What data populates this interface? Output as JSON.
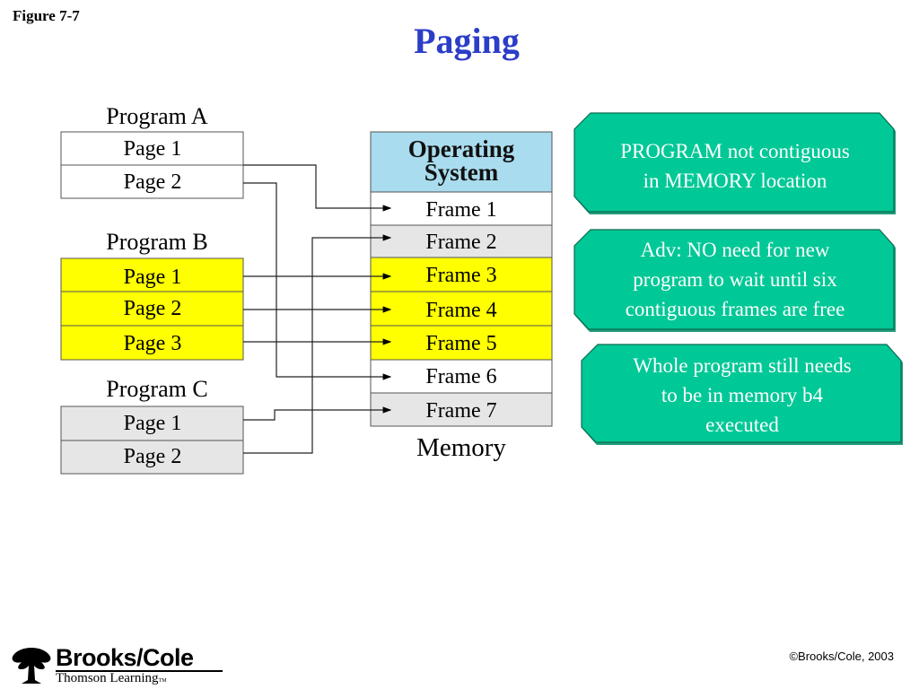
{
  "figure_label": "Figure 7-7",
  "title": "Paging",
  "programs": [
    {
      "label": "Program A",
      "fill": "#ffffff",
      "pages": [
        "Page 1",
        "Page 2"
      ]
    },
    {
      "label": "Program B",
      "fill": "#ffff00",
      "pages": [
        "Page 1",
        "Page 2",
        "Page 3"
      ]
    },
    {
      "label": "Program C",
      "fill": "#e6e6e6",
      "pages": [
        "Page 1",
        "Page 2"
      ]
    }
  ],
  "memory": {
    "os_label_line1": "Operating",
    "os_label_line2": "System",
    "os_fill": "#a9dcee",
    "caption": "Memory",
    "frames": [
      {
        "label": "Frame 1",
        "fill": "#ffffff"
      },
      {
        "label": "Frame 2",
        "fill": "#e6e6e6"
      },
      {
        "label": "Frame 3",
        "fill": "#ffff00"
      },
      {
        "label": "Frame 4",
        "fill": "#ffff00"
      },
      {
        "label": "Frame 5",
        "fill": "#ffff00"
      },
      {
        "label": "Frame 6",
        "fill": "#ffffff"
      },
      {
        "label": "Frame 7",
        "fill": "#e6e6e6"
      }
    ]
  },
  "mappings": [
    {
      "program": "Program A",
      "page": "Page 1",
      "frame": "Frame 1"
    },
    {
      "program": "Program A",
      "page": "Page 2",
      "frame": "Frame 6"
    },
    {
      "program": "Program B",
      "page": "Page 1",
      "frame": "Frame 3"
    },
    {
      "program": "Program B",
      "page": "Page 2",
      "frame": "Frame 4"
    },
    {
      "program": "Program B",
      "page": "Page 3",
      "frame": "Frame 5"
    },
    {
      "program": "Program C",
      "page": "Page 1",
      "frame": "Frame 7"
    },
    {
      "program": "Program C",
      "page": "Page 2",
      "frame": "Frame 2"
    }
  ],
  "callouts": [
    {
      "line1": "PROGRAM not contiguous",
      "line2": "in MEMORY location",
      "line3": ""
    },
    {
      "line1": "Adv: NO need for new",
      "line2": "program to wait until six",
      "line3": "contiguous frames are free"
    },
    {
      "line1": "Whole program still needs",
      "line2": "to be in memory b4",
      "line3": "executed"
    }
  ],
  "callout_color": "#00c896",
  "logo": {
    "brand": "Brooks/Cole",
    "sub": "Thomson Learning",
    "tm": "TM"
  },
  "copyright": "©Brooks/Cole, 2003"
}
